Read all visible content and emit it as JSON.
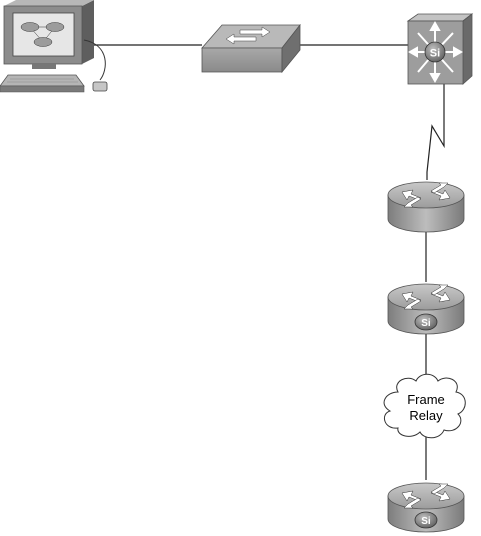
{
  "cloud": {
    "line1": "Frame",
    "line2": "Relay"
  },
  "badges": {
    "si": "Si"
  },
  "colors": {
    "line": "#222222",
    "device_fill": "#9a9a9a",
    "device_dark": "#6b6b6b",
    "device_light": "#c9c9c9",
    "monitor_screen": "#e8e8e8",
    "cloud_fill": "#ffffff"
  },
  "icons": [
    "workstation-icon",
    "workgroup-switch-icon",
    "multilayer-switch-icon",
    "serial-link-icon",
    "router-icon",
    "si-router-icon",
    "frame-relay-cloud-icon"
  ]
}
